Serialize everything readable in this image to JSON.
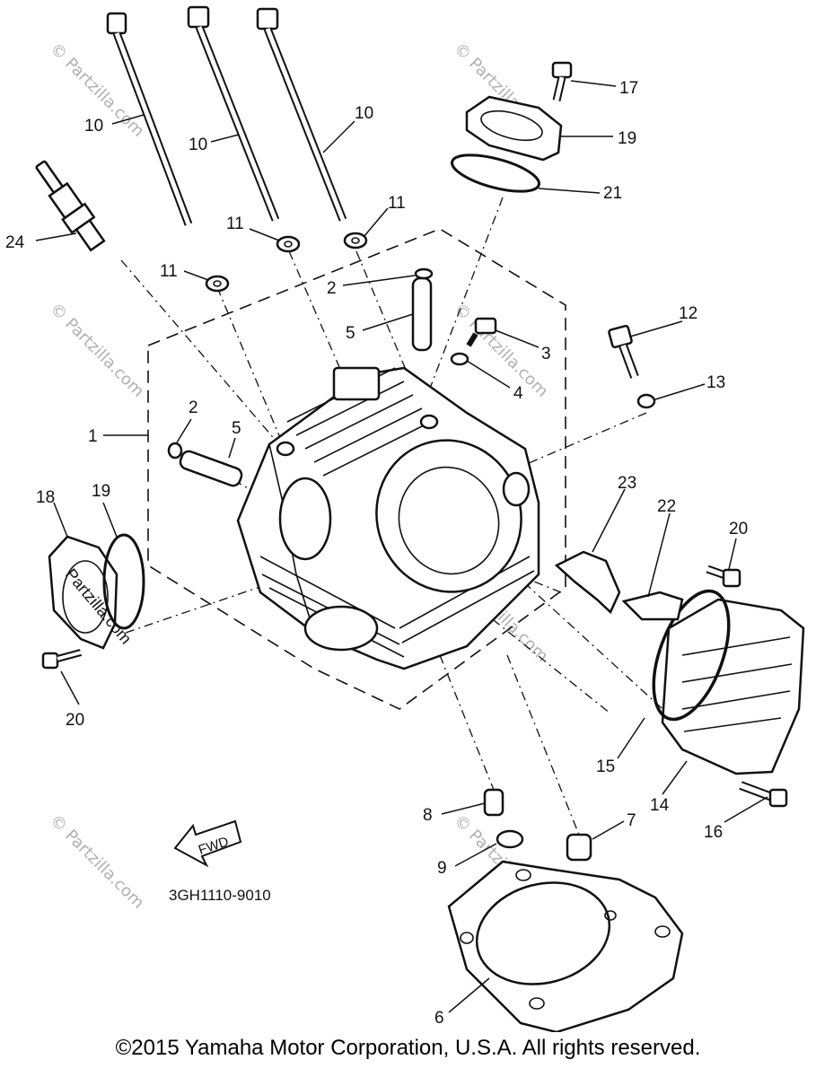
{
  "watermark": "© Partzilla.com",
  "partzilla_logo": "Partzilla.com",
  "fwd_label": "FWD",
  "diagram_code": "3GH1110-9010",
  "copyright": "©2015 Yamaha Motor Corporation, U.S.A. All rights reserved.",
  "callouts": [
    {
      "id": "c10a",
      "label": "10"
    },
    {
      "id": "c10b",
      "label": "10"
    },
    {
      "id": "c10c",
      "label": "10"
    },
    {
      "id": "c24",
      "label": "24"
    },
    {
      "id": "c11a",
      "label": "11"
    },
    {
      "id": "c11b",
      "label": "11"
    },
    {
      "id": "c11c",
      "label": "11"
    },
    {
      "id": "c2a",
      "label": "2"
    },
    {
      "id": "c5a",
      "label": "5"
    },
    {
      "id": "c3",
      "label": "3"
    },
    {
      "id": "c4",
      "label": "4"
    },
    {
      "id": "c12",
      "label": "12"
    },
    {
      "id": "c13",
      "label": "13"
    },
    {
      "id": "c1",
      "label": "1"
    },
    {
      "id": "c2b",
      "label": "2"
    },
    {
      "id": "c5b",
      "label": "5"
    },
    {
      "id": "c18",
      "label": "18"
    },
    {
      "id": "c19a",
      "label": "19"
    },
    {
      "id": "c20a",
      "label": "20"
    },
    {
      "id": "c17",
      "label": "17"
    },
    {
      "id": "c19b",
      "label": "19"
    },
    {
      "id": "c21",
      "label": "21"
    },
    {
      "id": "c23",
      "label": "23"
    },
    {
      "id": "c22",
      "label": "22"
    },
    {
      "id": "c20b",
      "label": "20"
    },
    {
      "id": "c15",
      "label": "15"
    },
    {
      "id": "c14",
      "label": "14"
    },
    {
      "id": "c16",
      "label": "16"
    },
    {
      "id": "c8",
      "label": "8"
    },
    {
      "id": "c7",
      "label": "7"
    },
    {
      "id": "c9",
      "label": "9"
    },
    {
      "id": "c6",
      "label": "6"
    }
  ]
}
